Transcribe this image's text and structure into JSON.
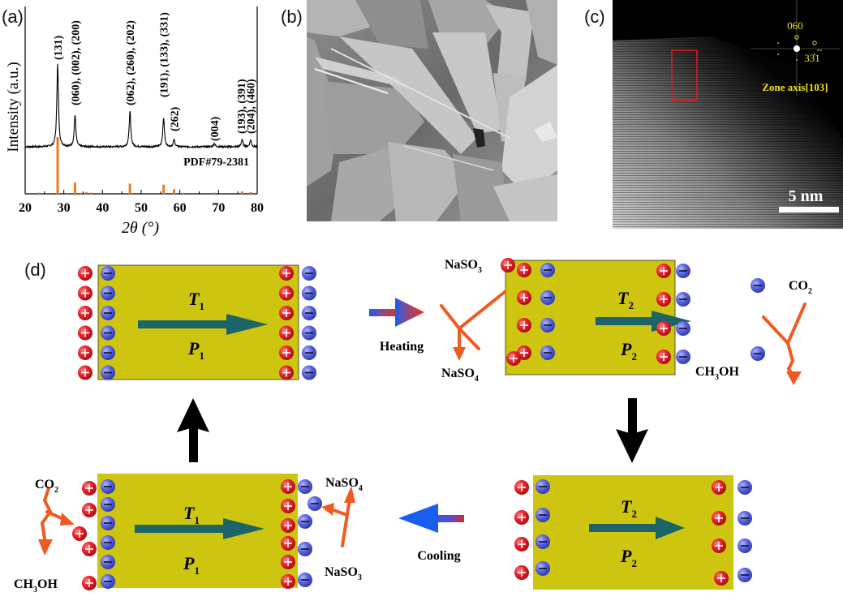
{
  "panels": {
    "a": {
      "label": "(a)"
    },
    "b": {
      "label": "(b)"
    },
    "c": {
      "label": "(c)"
    },
    "d": {
      "label": "(d)"
    }
  },
  "chart_data": {
    "type": "line",
    "title": "",
    "xlabel": "2θ (°)",
    "ylabel": "Intensity (a.u.)",
    "xlim": [
      20,
      80
    ],
    "xticks": [
      20,
      30,
      40,
      50,
      60,
      70,
      80
    ],
    "yticks": [],
    "grid": false,
    "reference_label": "PDF#79-2381",
    "series": [
      {
        "name": "measured",
        "color": "#000000",
        "peaks": [
          {
            "x": 28.4,
            "h": 1.0
          },
          {
            "x": 32.9,
            "h": 0.38
          },
          {
            "x": 47.1,
            "h": 0.42
          },
          {
            "x": 55.8,
            "h": 0.35
          },
          {
            "x": 58.5,
            "h": 0.08
          },
          {
            "x": 68.9,
            "h": 0.04
          },
          {
            "x": 76.1,
            "h": 0.09
          },
          {
            "x": 78.3,
            "h": 0.08
          }
        ]
      },
      {
        "name": "PDF#79-2381",
        "color": "#f07a1a",
        "sticks": [
          {
            "x": 23.6,
            "h": 0.02
          },
          {
            "x": 28.4,
            "h": 1.0
          },
          {
            "x": 32.9,
            "h": 0.2
          },
          {
            "x": 34.5,
            "h": 0.02
          },
          {
            "x": 35.8,
            "h": 0.03
          },
          {
            "x": 37.0,
            "h": 0.02
          },
          {
            "x": 39.8,
            "h": 0.02
          },
          {
            "x": 47.1,
            "h": 0.18
          },
          {
            "x": 55.8,
            "h": 0.16
          },
          {
            "x": 58.5,
            "h": 0.08
          },
          {
            "x": 60.9,
            "h": 0.02
          },
          {
            "x": 68.9,
            "h": 0.02
          },
          {
            "x": 76.1,
            "h": 0.04
          },
          {
            "x": 78.3,
            "h": 0.03
          }
        ]
      }
    ],
    "annotations": [
      {
        "x": 28.4,
        "text": "(131)"
      },
      {
        "x": 32.9,
        "text": "(060), (002), (200)"
      },
      {
        "x": 47.1,
        "text": "(062), (260), (202)"
      },
      {
        "x": 55.8,
        "text": "(191), (133), (331)"
      },
      {
        "x": 58.5,
        "text": "(262)"
      },
      {
        "x": 68.9,
        "text": "(004)"
      },
      {
        "x": 75.8,
        "text": "(193), (391)"
      },
      {
        "x": 78.2,
        "text": "(204), (460)"
      }
    ]
  },
  "tem": {
    "spot1": "060",
    "spot2": "331",
    "zone_axis": "Zone axis[103]",
    "scale_bar": "5 nm",
    "label_color": "#f2e41a"
  },
  "scheme": {
    "states": [
      {
        "id": "top-left",
        "temp": "T",
        "temp_sub": "1",
        "pol": "P",
        "pol_sub": "1"
      },
      {
        "id": "top-right",
        "temp": "T",
        "temp_sub": "2",
        "pol": "P",
        "pol_sub": "2"
      },
      {
        "id": "bottom-right",
        "temp": "T",
        "temp_sub": "2",
        "pol": "P",
        "pol_sub": "2"
      },
      {
        "id": "bottom-left",
        "temp": "T",
        "temp_sub": "1",
        "pol": "P",
        "pol_sub": "1"
      }
    ],
    "heating": "Heating",
    "cooling": "Cooling",
    "chem": {
      "naso3": "NaSO",
      "naso3_sub": "3",
      "naso4": "NaSO",
      "naso4_sub": "4",
      "co2": "CO",
      "co2_sub": "2",
      "ch3oh_a": "CH",
      "ch3oh_sub": "3",
      "ch3oh_b": "OH"
    },
    "colors": {
      "crystal": "#cdc510",
      "polarization_arrow": "#1c6468",
      "positive": "#e8202a",
      "negative": "#5a62e0",
      "reaction_arrow": "#f05a22",
      "hot": "#e8302a",
      "cold": "#1a5ef0"
    }
  }
}
